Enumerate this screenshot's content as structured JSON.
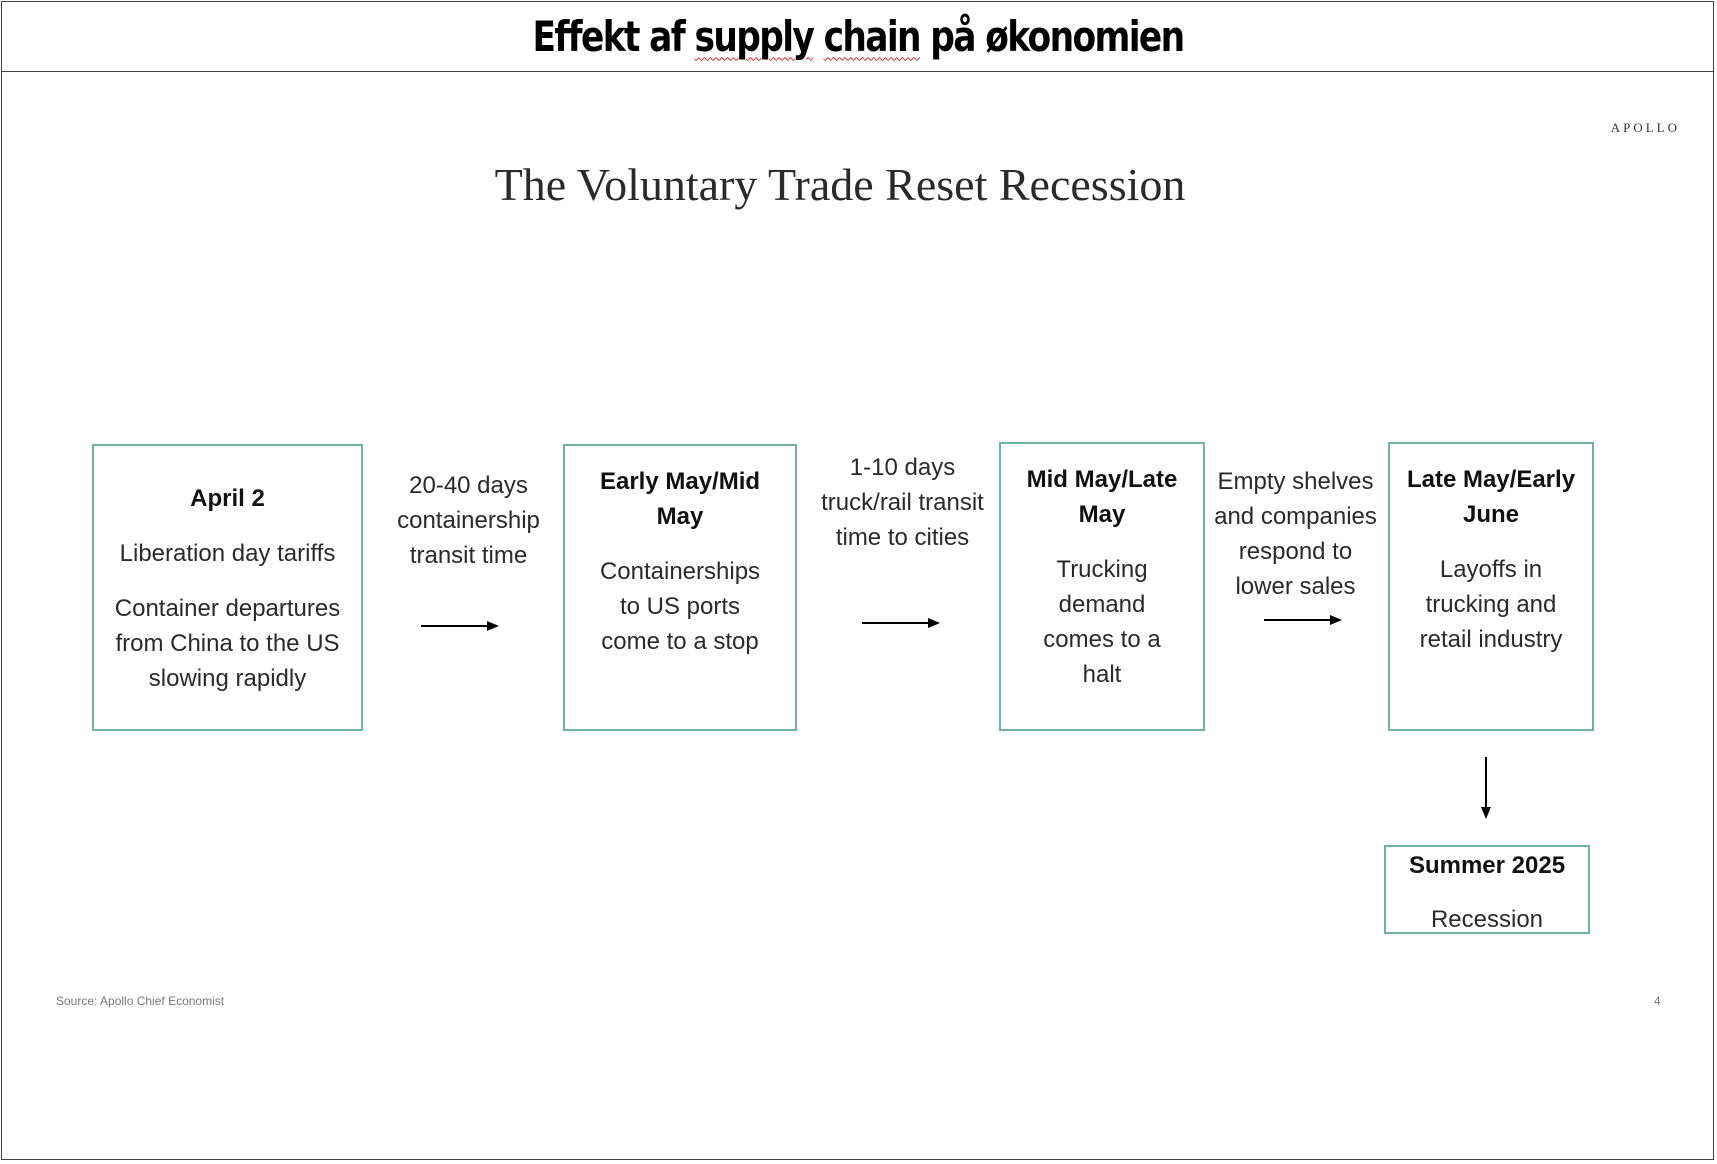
{
  "header": {
    "title_part1": "Effekt af ",
    "title_squig1": "supply",
    "title_space": " ",
    "title_squig2": "chain",
    "title_part2": " på økonomien"
  },
  "slide": {
    "brand": "APOLLO",
    "title": "The Voluntary Trade Reset Recession",
    "source": "Source: Apollo Chief Economist",
    "page_number": "4"
  },
  "steps": [
    {
      "title": "April 2",
      "desc1": "Liberation day tariffs",
      "desc2": "Container departures from China to the US slowing rapidly"
    },
    {
      "title": "Early May/Mid May",
      "desc1": "Containerships to US ports come to a stop"
    },
    {
      "title": "Mid May/Late May",
      "desc1": "Trucking demand comes to a halt"
    },
    {
      "title": "Late May/Early June",
      "desc1": "Layoffs in trucking and retail industry"
    },
    {
      "title": "Summer 2025",
      "desc1": "Recession"
    }
  ],
  "transitions": [
    "20-40 days containership transit time",
    "1-10 days truck/rail transit time to cities",
    "Empty shelves and companies respond to lower sales"
  ],
  "colors": {
    "box_border": "#6fb3a5",
    "arrow": "#000000"
  }
}
